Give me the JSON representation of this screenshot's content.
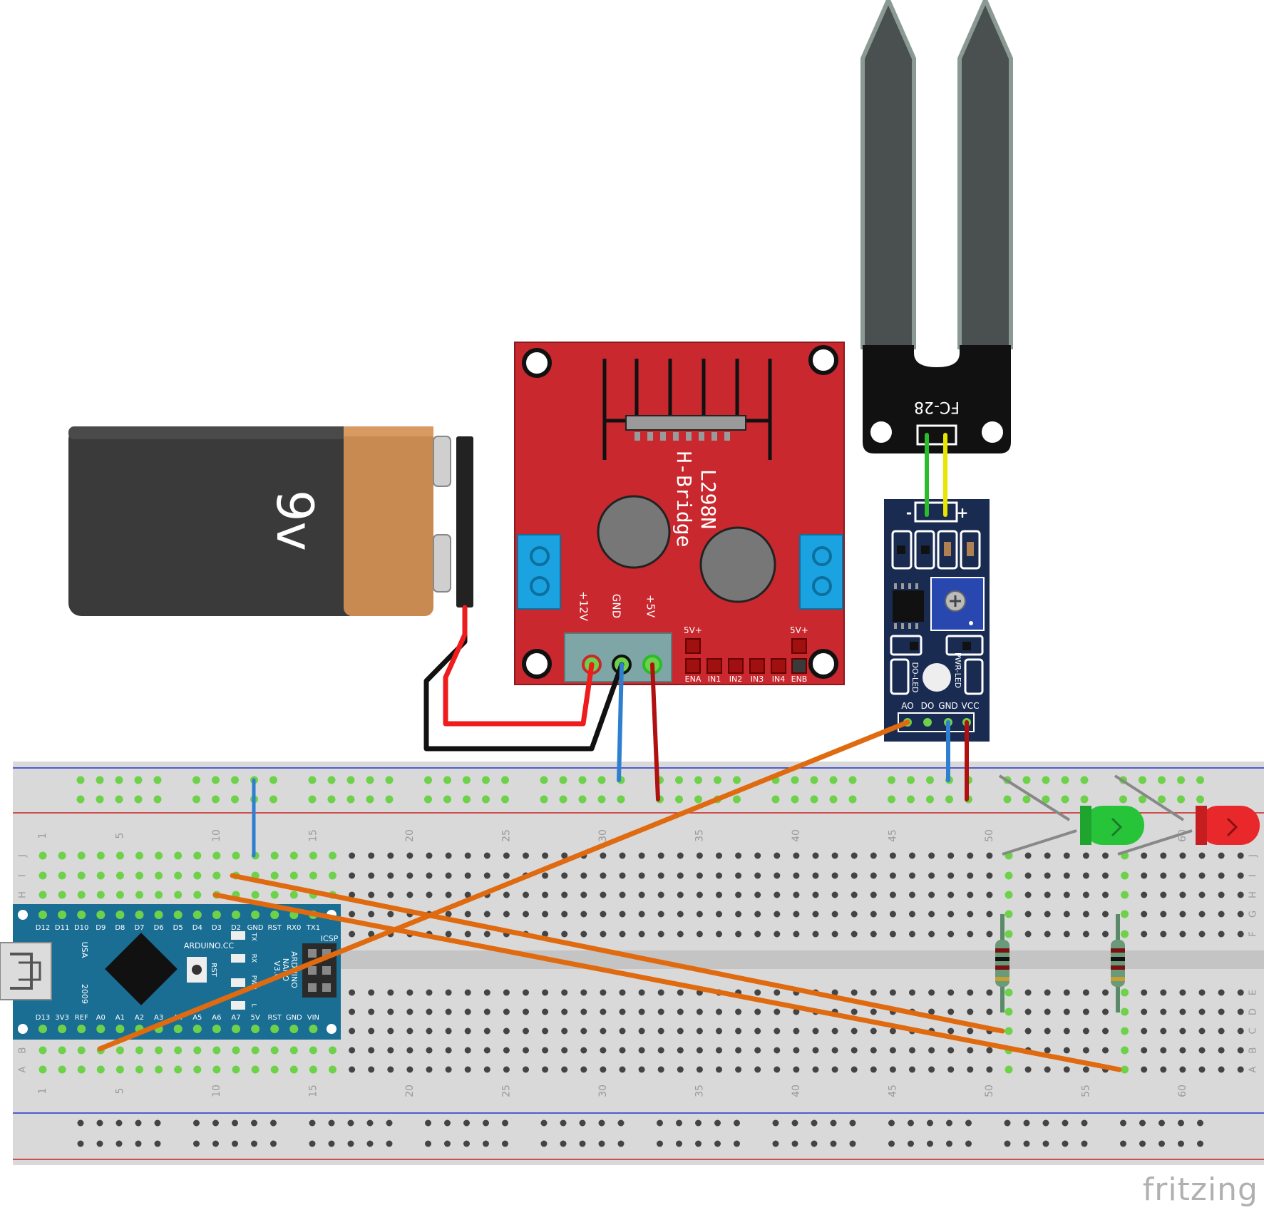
{
  "battery": {
    "label": "9v"
  },
  "hbridge": {
    "title": "L298N",
    "subtitle": "H-Bridge",
    "terminal_labels": [
      "+12V",
      "GND",
      "+5V"
    ],
    "pins_top_left": "5V+",
    "pins_top_right": "5V+",
    "pin_labels": [
      "ENA",
      "IN1",
      "IN2",
      "IN3",
      "IN4",
      "ENB"
    ]
  },
  "probe": {
    "label": "FC-28"
  },
  "sensor_module": {
    "polarity_minus": "-",
    "polarity_plus": "+",
    "led_left": "DO-LED",
    "led_right": "PWR-LED",
    "pin_labels": [
      "AO",
      "DO",
      "GND",
      "VCC"
    ]
  },
  "arduino": {
    "brand": "ARDUINO.CC",
    "model_lines": [
      "ARDUINO",
      "NANO",
      "V3.0"
    ],
    "country": "USA",
    "year": "2009",
    "icsp": "ICSP",
    "rst": "RST",
    "led_labels": [
      "TX",
      "RX",
      "PWR",
      "L"
    ],
    "top_pins": [
      "D12",
      "D11",
      "D10",
      "D9",
      "D8",
      "D7",
      "D6",
      "D5",
      "D4",
      "D3",
      "D2",
      "GND",
      "RST",
      "RX0",
      "TX1"
    ],
    "bottom_pins": [
      "D13",
      "3V3",
      "REF",
      "A0",
      "A1",
      "A2",
      "A3",
      "A4",
      "A5",
      "A6",
      "A7",
      "5V",
      "RST",
      "GND",
      "VIN"
    ]
  },
  "breadboard": {
    "column_numbers": [
      "1",
      "5",
      "10",
      "15",
      "20",
      "25",
      "30",
      "35",
      "40",
      "45",
      "50",
      "55",
      "60"
    ],
    "row_letters_top": [
      "J",
      "I",
      "H",
      "G",
      "F"
    ],
    "row_letters_bottom": [
      "E",
      "D",
      "C",
      "B",
      "A"
    ]
  },
  "watermark": "fritzing",
  "colors": {
    "battery_body": "#3a3a3a",
    "battery_cap": "#c98a52",
    "hbridge_board": "#c8282e",
    "terminal_blue": "#1aa3e0",
    "sensor_board": "#1a2b52",
    "probe": "#4a5050",
    "arduino_board": "#1a6e94",
    "breadboard": "#d9d9d9",
    "hole_green": "#6dd24a",
    "wire_orange": "#e06a10",
    "wire_blue": "#2f7fd0",
    "wire_red": "#b01010",
    "wire_green": "#2bbb2b",
    "wire_yellow": "#e6e600",
    "led_green": "#27c43a",
    "led_red": "#e8282a"
  }
}
